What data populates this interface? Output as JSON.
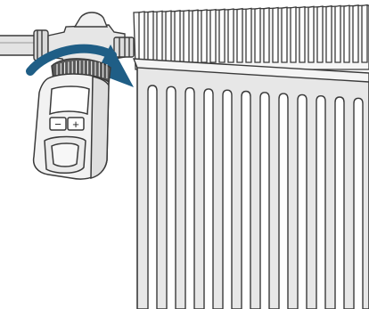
{
  "illustration": {
    "subject": "radiator-thermostat-installation",
    "elements": [
      {
        "name": "pipe",
        "icon": "pipe-icon"
      },
      {
        "name": "valve",
        "icon": "valve-icon"
      },
      {
        "name": "thermostat",
        "icon": "thermostat-icon"
      },
      {
        "name": "rotation-arrow",
        "icon": "curved-arrow-icon"
      },
      {
        "name": "radiator",
        "icon": "radiator-icon"
      }
    ],
    "thermostat_buttons": [
      {
        "name": "minus",
        "glyph": "−"
      },
      {
        "name": "plus",
        "glyph": "+"
      }
    ]
  },
  "colors": {
    "arrow": "#1f5e86",
    "outline": "#3a3a3a",
    "panel_fill": "#e7e7e7",
    "device_fill": "#f2f2f2",
    "knob_dark": "#595959",
    "pipe_fill": "#d9d9d9"
  }
}
